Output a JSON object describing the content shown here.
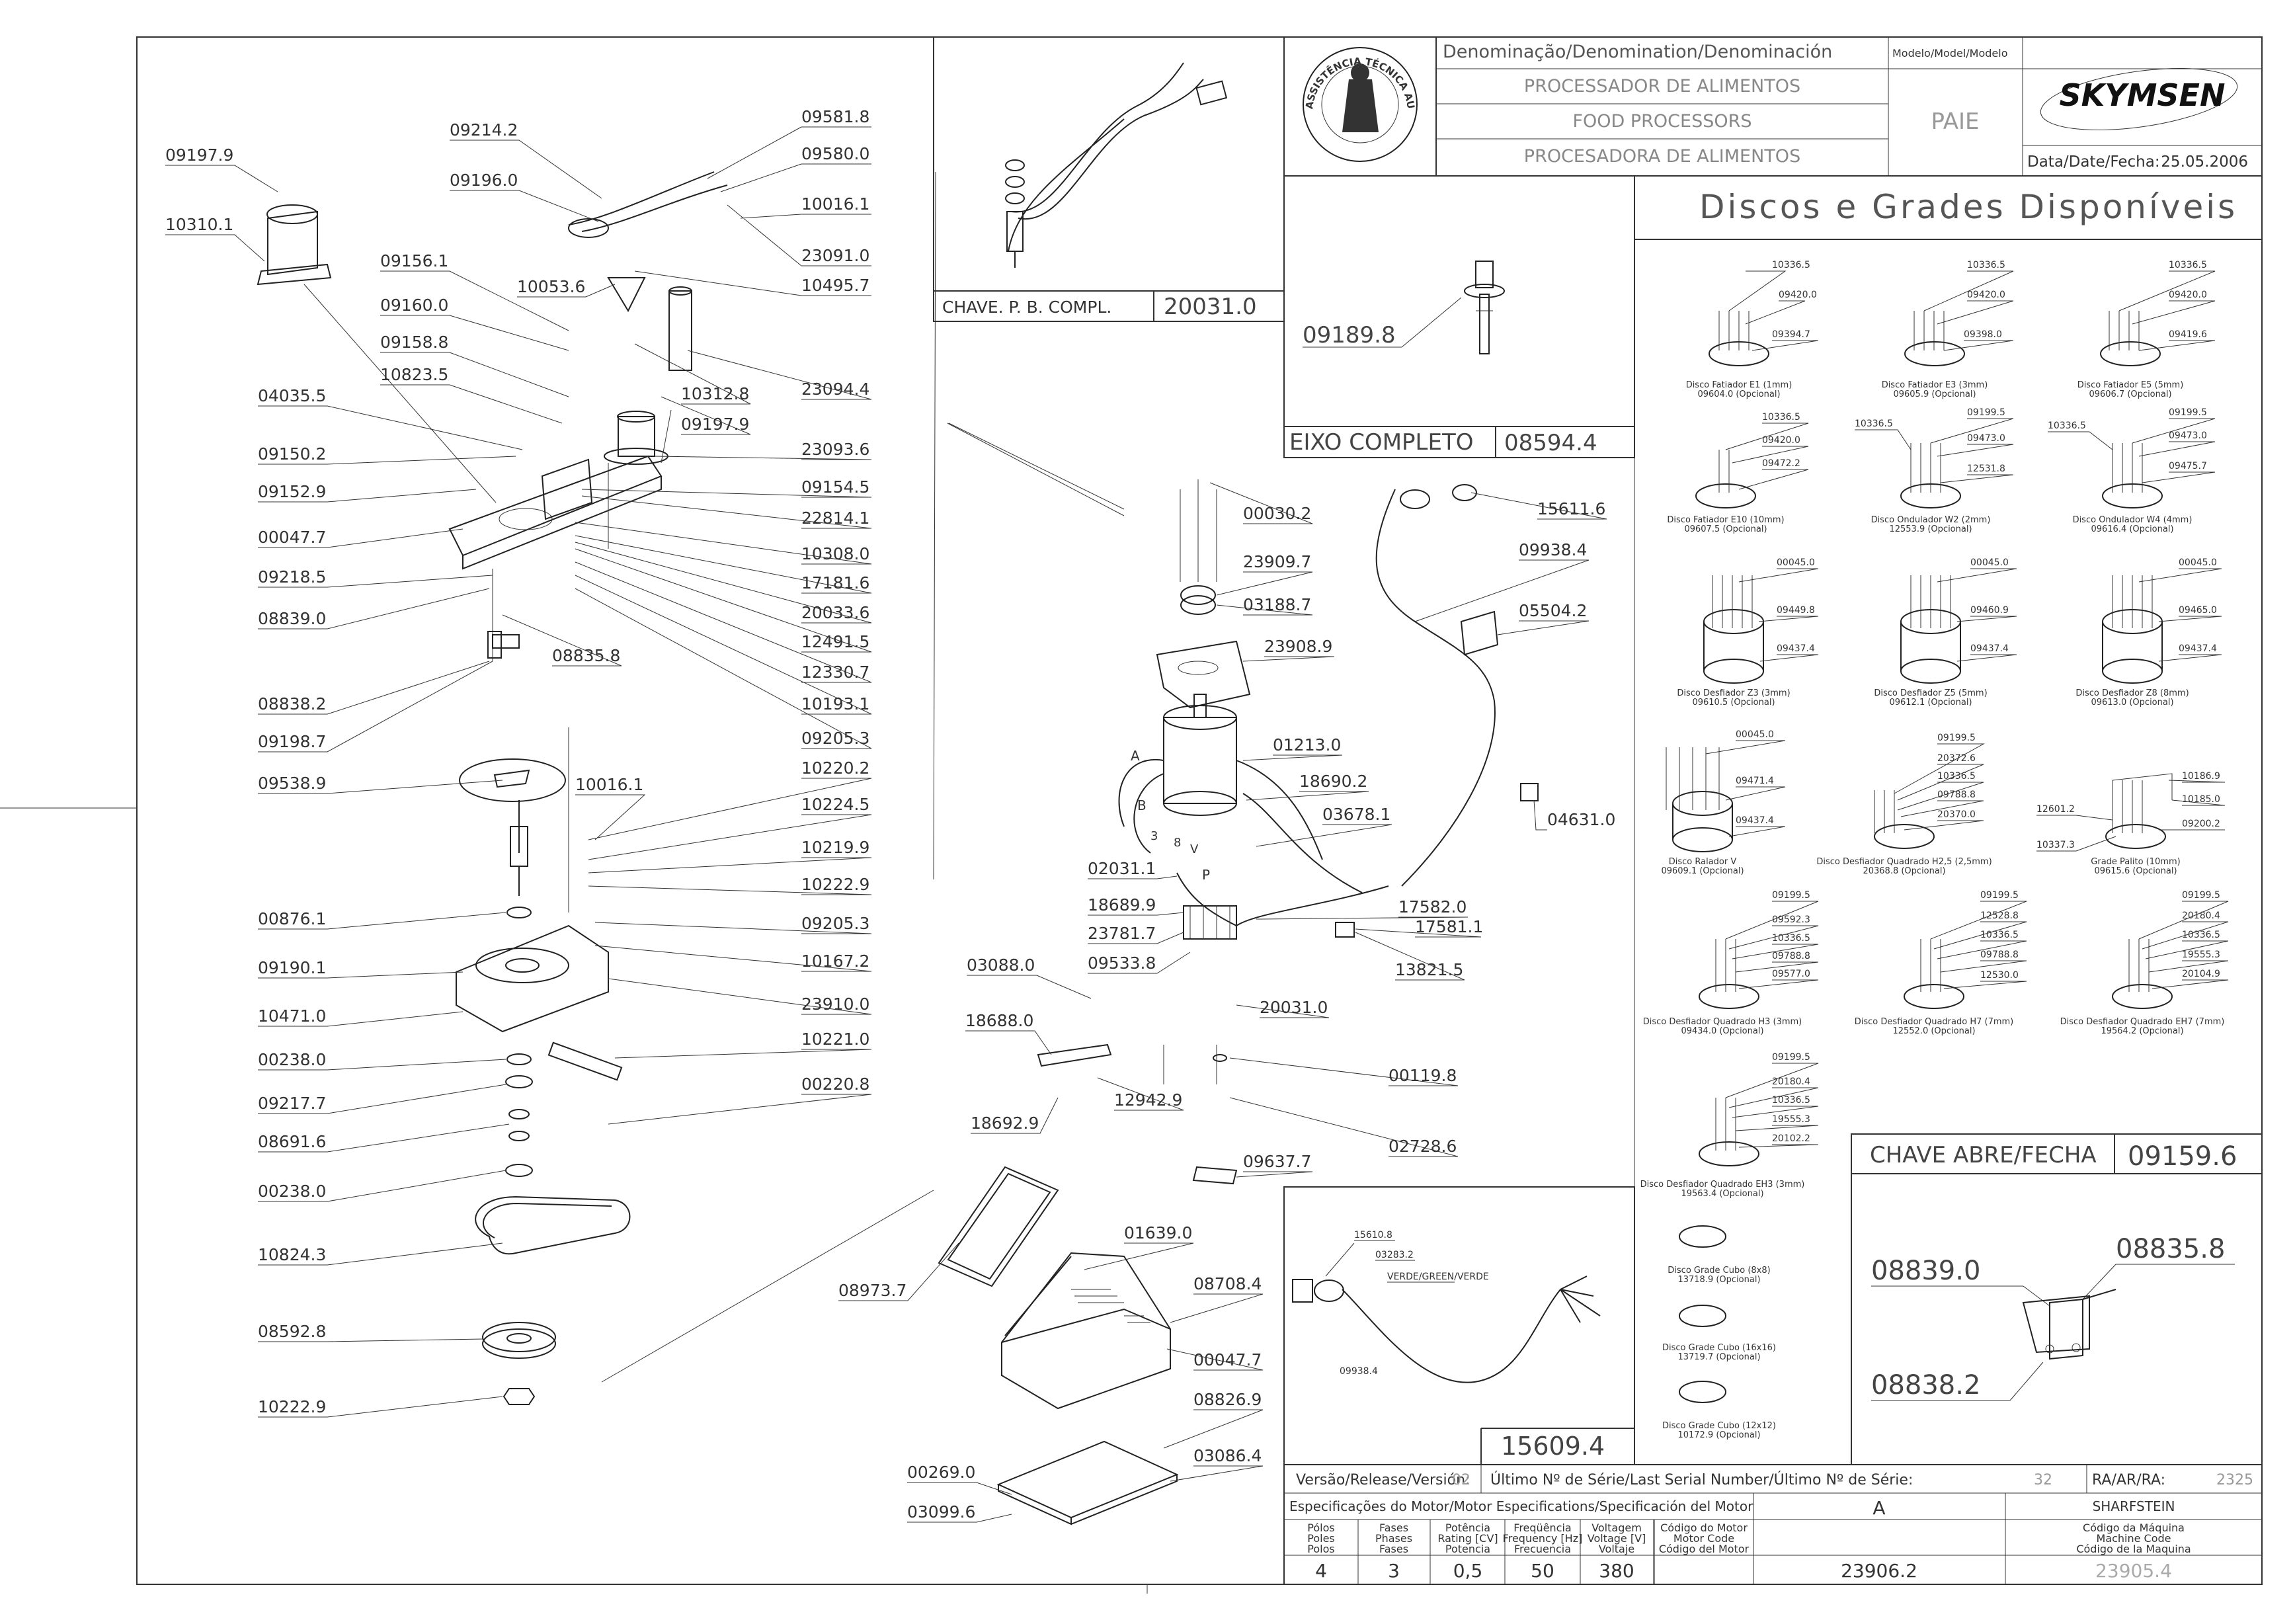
{
  "left_parts": [
    {
      "id": "lp-09197.9",
      "code": "09197.9"
    },
    {
      "id": "lp-10310.1",
      "code": "10310.1"
    },
    {
      "id": "lp-09214.2",
      "code": "09214.2"
    },
    {
      "id": "lp-09196.0",
      "code": "09196.0"
    },
    {
      "id": "lp-09581.8",
      "code": "09581.8"
    },
    {
      "id": "lp-09580.0",
      "code": "09580.0"
    },
    {
      "id": "lp-10016.1a",
      "code": "10016.1"
    },
    {
      "id": "lp-23091.0",
      "code": "23091.0"
    },
    {
      "id": "lp-10495.7",
      "code": "10495.7"
    },
    {
      "id": "lp-09156.1",
      "code": "09156.1"
    },
    {
      "id": "lp-10053.6",
      "code": "10053.6"
    },
    {
      "id": "lp-09160.0",
      "code": "09160.0"
    },
    {
      "id": "lp-09158.8",
      "code": "09158.8"
    },
    {
      "id": "lp-10823.5",
      "code": "10823.5"
    },
    {
      "id": "lp-10312.8",
      "code": "10312.8"
    },
    {
      "id": "lp-23094.4",
      "code": "23094.4"
    },
    {
      "id": "lp-04035.5",
      "code": "04035.5"
    },
    {
      "id": "lp-09197.9b",
      "code": "09197.9"
    },
    {
      "id": "lp-09150.2",
      "code": "09150.2"
    },
    {
      "id": "lp-23093.6",
      "code": "23093.6"
    },
    {
      "id": "lp-09152.9",
      "code": "09152.9"
    },
    {
      "id": "lp-09154.5",
      "code": "09154.5"
    },
    {
      "id": "lp-22814.1",
      "code": "22814.1"
    },
    {
      "id": "lp-00047.7",
      "code": "00047.7"
    },
    {
      "id": "lp-10308.0",
      "code": "10308.0"
    },
    {
      "id": "lp-09218.5",
      "code": "09218.5"
    },
    {
      "id": "lp-17181.6",
      "code": "17181.6"
    },
    {
      "id": "lp-08839.0",
      "code": "08839.0"
    },
    {
      "id": "lp-20033.6",
      "code": "20033.6"
    },
    {
      "id": "lp-08835.8",
      "code": "08835.8"
    },
    {
      "id": "lp-12491.5",
      "code": "12491.5"
    },
    {
      "id": "lp-12330.7",
      "code": "12330.7"
    },
    {
      "id": "lp-08838.2",
      "code": "08838.2"
    },
    {
      "id": "lp-10193.1",
      "code": "10193.1"
    },
    {
      "id": "lp-09198.7",
      "code": "09198.7"
    },
    {
      "id": "lp-09205.3a",
      "code": "09205.3"
    },
    {
      "id": "lp-10220.2",
      "code": "10220.2"
    },
    {
      "id": "lp-09538.9",
      "code": "09538.9"
    },
    {
      "id": "lp-10016.1b",
      "code": "10016.1"
    },
    {
      "id": "lp-10224.5",
      "code": "10224.5"
    },
    {
      "id": "lp-10219.9",
      "code": "10219.9"
    },
    {
      "id": "lp-10222.9a",
      "code": "10222.9"
    },
    {
      "id": "lp-00876.1",
      "code": "00876.1"
    },
    {
      "id": "lp-09205.3b",
      "code": "09205.3"
    },
    {
      "id": "lp-10167.2",
      "code": "10167.2"
    },
    {
      "id": "lp-09190.1",
      "code": "09190.1"
    },
    {
      "id": "lp-10471.0",
      "code": "10471.0"
    },
    {
      "id": "lp-23910.0",
      "code": "23910.0"
    },
    {
      "id": "lp-10221.0",
      "code": "10221.0"
    },
    {
      "id": "lp-00238.0a",
      "code": "00238.0"
    },
    {
      "id": "lp-00220.8",
      "code": "00220.8"
    },
    {
      "id": "lp-09217.7",
      "code": "09217.7"
    },
    {
      "id": "lp-08691.6",
      "code": "08691.6"
    },
    {
      "id": "lp-00238.0b",
      "code": "00238.0"
    },
    {
      "id": "lp-10824.3",
      "code": "10824.3"
    },
    {
      "id": "lp-08592.8",
      "code": "08592.8"
    },
    {
      "id": "lp-10222.9b",
      "code": "10222.9"
    }
  ],
  "motor_parts": [
    {
      "id": "mp-00030.2",
      "code": "00030.2"
    },
    {
      "id": "mp-23909.7",
      "code": "23909.7"
    },
    {
      "id": "mp-03188.7",
      "code": "03188.7"
    },
    {
      "id": "mp-23908.9",
      "code": "23908.9"
    },
    {
      "id": "mp-15611.6",
      "code": "15611.6"
    },
    {
      "id": "mp-09938.4",
      "code": "09938.4"
    },
    {
      "id": "mp-05504.2",
      "code": "05504.2"
    },
    {
      "id": "mp-01213.0",
      "code": "01213.0"
    },
    {
      "id": "mp-18690.2",
      "code": "18690.2"
    },
    {
      "id": "mp-03678.1",
      "code": "03678.1"
    },
    {
      "id": "mp-04631.0",
      "code": "04631.0"
    },
    {
      "id": "mp-02031.1",
      "code": "02031.1"
    },
    {
      "id": "mp-18689.9",
      "code": "18689.9"
    },
    {
      "id": "mp-17582.0",
      "code": "17582.0"
    },
    {
      "id": "mp-17581.1",
      "code": "17581.1"
    },
    {
      "id": "mp-23781.7",
      "code": "23781.7"
    },
    {
      "id": "mp-13821.5",
      "code": "13821.5"
    },
    {
      "id": "mp-03088.0",
      "code": "03088.0"
    },
    {
      "id": "mp-09533.8",
      "code": "09533.8"
    },
    {
      "id": "mp-20031.0",
      "code": "20031.0"
    },
    {
      "id": "mp-18688.0",
      "code": "18688.0"
    },
    {
      "id": "mp-00119.8",
      "code": "00119.8"
    },
    {
      "id": "mp-12942.9",
      "code": "12942.9"
    },
    {
      "id": "mp-18692.9",
      "code": "18692.9"
    },
    {
      "id": "mp-02728.6",
      "code": "02728.6"
    },
    {
      "id": "mp-09637.7",
      "code": "09637.7"
    },
    {
      "id": "mp-01639.0",
      "code": "01639.0"
    },
    {
      "id": "mp-08973.7",
      "code": "08973.7"
    },
    {
      "id": "mp-08708.4",
      "code": "08708.4"
    },
    {
      "id": "mp-00047.7",
      "code": "00047.7"
    },
    {
      "id": "mp-08826.9",
      "code": "08826.9"
    },
    {
      "id": "mp-00269.0",
      "code": "00269.0"
    },
    {
      "id": "mp-03086.4",
      "code": "03086.4"
    },
    {
      "id": "mp-03099.6",
      "code": "03099.6"
    }
  ],
  "wire_letters": [
    "A",
    "B",
    "3",
    "8",
    "V",
    "P"
  ],
  "chave_pb": {
    "label": "CHAVE. P. B. COMPL.",
    "code": "20031.0"
  },
  "eixo": {
    "code_small": "09189.8",
    "label": "EIXO COMPLETO",
    "code": "08594.4"
  },
  "cable": {
    "parts": [
      "15610.8",
      "03283.2",
      "VERDE/GREEN/VERDE",
      "09938.4"
    ],
    "code": "15609.4"
  },
  "logo_seal": "ASSISTÊNCIA TÉCNICA AUTORIZADA",
  "title_block": {
    "denomination_header": "Denominação/Denomination/Denominación",
    "model_header": "Modelo/Model/Modelo",
    "names": [
      "PROCESSADOR DE ALIMENTOS",
      "FOOD PROCESSORS",
      "PROCESADORA DE ALIMENTOS"
    ],
    "model": "PAIE",
    "brand": "SKYMSEN",
    "date_label": "Data/Date/Fecha:",
    "date": "25.05.2006"
  },
  "discs_title": "Discos e Grades Disponíveis",
  "discs": [
    {
      "id": "d1",
      "parts": [
        "10336.5",
        "09420.0",
        "09394.7"
      ],
      "name": "Disco Fatiador E1 (1mm)",
      "code": "09604.0 (Opcional)"
    },
    {
      "id": "d2",
      "parts": [
        "10336.5",
        "09420.0",
        "09398.0"
      ],
      "name": "Disco Fatiador E3 (3mm)",
      "code": "09605.9 (Opcional)"
    },
    {
      "id": "d3",
      "parts": [
        "10336.5",
        "09420.0",
        "09419.6"
      ],
      "name": "Disco Fatiador E5 (5mm)",
      "code": "09606.7 (Opcional)"
    },
    {
      "id": "d4",
      "parts": [
        "10336.5",
        "09420.0",
        "09472.2"
      ],
      "name": "Disco Fatiador E10 (10mm)",
      "code": "09607.5 (Opcional)"
    },
    {
      "id": "d5",
      "parts": [
        "10336.5",
        "09199.5",
        "09473.0",
        "12531.8"
      ],
      "name": "Disco Ondulador W2 (2mm)",
      "code": "12553.9 (Opcional)"
    },
    {
      "id": "d6",
      "parts": [
        "10336.5",
        "09199.5",
        "09473.0",
        "09475.7"
      ],
      "name": "Disco Ondulador W4 (4mm)",
      "code": "09616.4 (Opcional)"
    },
    {
      "id": "d7",
      "parts": [
        "00045.0",
        "09449.8",
        "09437.4"
      ],
      "name": "Disco Desfiador Z3 (3mm)",
      "code": "09610.5 (Opcional)"
    },
    {
      "id": "d8",
      "parts": [
        "00045.0",
        "09460.9",
        "09437.4"
      ],
      "name": "Disco Desfiador Z5 (5mm)",
      "code": "09612.1 (Opcional)"
    },
    {
      "id": "d9",
      "parts": [
        "00045.0",
        "09465.0",
        "09437.4"
      ],
      "name": "Disco Desfiador Z8 (8mm)",
      "code": "09613.0 (Opcional)"
    },
    {
      "id": "d10",
      "parts": [
        "00045.0",
        "09471.4",
        "09437.4"
      ],
      "name": "Disco Ralador  V",
      "code": "09609.1 (Opcional)"
    },
    {
      "id": "d11",
      "parts": [
        "09199.5",
        "20372.6",
        "10336.5",
        "09788.8",
        "20370.0"
      ],
      "name": "Disco Desfiador Quadrado H2,5 (2,5mm)",
      "code": "20368.8 (Opcional)"
    },
    {
      "id": "d12",
      "parts": [
        "10186.9",
        "10185.0",
        "09200.2",
        "12601.2",
        "10337.3"
      ],
      "name": "Grade Palito (10mm)",
      "code": "09615.6 (Opcional)"
    },
    {
      "id": "d13",
      "parts": [
        "09199.5",
        "09592.3",
        "10336.5",
        "09788.8",
        "09577.0"
      ],
      "name": "Disco Desfiador Quadrado H3 (3mm)",
      "code": "09434.0 (Opcional)"
    },
    {
      "id": "d14",
      "parts": [
        "09199.5",
        "12528.8",
        "10336.5",
        "09788.8",
        "12530.0"
      ],
      "name": "Disco Desfiador Quadrado H7 (7mm)",
      "code": "12552.0 (Opcional)"
    },
    {
      "id": "d15",
      "parts": [
        "09199.5",
        "20180.4",
        "10336.5",
        "19555.3",
        "20104.9"
      ],
      "name": "Disco Desfiador Quadrado EH7 (7mm)",
      "code": "19564.2 (Opcional)"
    },
    {
      "id": "d16",
      "parts": [
        "09199.5",
        "20180.4",
        "10336.5",
        "19555.3",
        "20102.2"
      ],
      "name": "Disco Desfiador Quadrado EH3 (3mm)",
      "code": "19563.4 (Opcional)"
    },
    {
      "id": "d17",
      "parts": [],
      "name": "Disco Grade Cubo (8x8)",
      "code": "13718.9 (Opcional)"
    },
    {
      "id": "d18",
      "parts": [],
      "name": "Disco Grade Cubo (16x16)",
      "code": "13719.7 (Opcional)"
    },
    {
      "id": "d19",
      "parts": [],
      "name": "Disco Grade Cubo (12x12)",
      "code": "10172.9 (Opcional)"
    }
  ],
  "chave_abre": {
    "label": "CHAVE ABRE/FECHA",
    "code": "09159.6",
    "parts": [
      "08839.0",
      "08835.8",
      "08838.2"
    ]
  },
  "footer": {
    "version_label": "Versão/Release/Versión:",
    "version": "02",
    "serial_label": "Último Nº de Série/Last Serial Number/Último Nº de Série:",
    "serial": "32",
    "ra_label": "RA/AR/RA:",
    "ra": "2325",
    "motor_spec_label": "Especificações do Motor/Motor Especifications/Specificación del Motor",
    "motor_rev": "A",
    "motor_maker": "SHARFSTEIN",
    "headers": [
      [
        "Pólos",
        "Poles",
        "Polos"
      ],
      [
        "Fases",
        "Phases",
        "Fases"
      ],
      [
        "Potência",
        "Rating [CV]",
        "Potencia"
      ],
      [
        "Freqüência",
        "Frequency [Hz]",
        "Frecuencia"
      ],
      [
        "Voltagem",
        "Voltage [V]",
        "Voltaje"
      ],
      [
        "Código do Motor",
        "Motor Code",
        "Código del Motor"
      ],
      [
        "Código da Máquina",
        "Machine Code",
        "Código de la Maquina"
      ]
    ],
    "values": [
      "4",
      "3",
      "0,5",
      "50",
      "380",
      "23906.2",
      "23905.4"
    ]
  }
}
